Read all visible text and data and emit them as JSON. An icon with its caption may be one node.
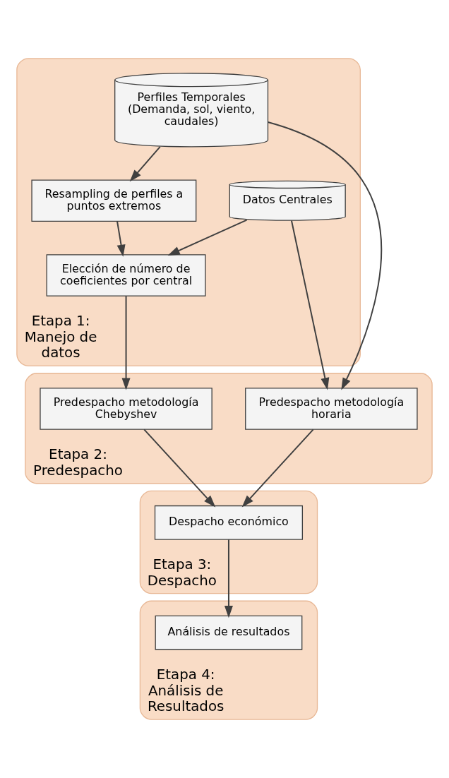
{
  "diagram": {
    "nodes": [
      {
        "text": [
          "Etapa 1: Manejo de datos"
        ]
      },
      {
        "text": [
          "Perfiles Temporales (Demanda, sol, viento, caudales)"
        ],
        "in": 0
      },
      {
        "text": [
          "Datos Centrales"
        ],
        "in": 0
      },
      {
        "text": [
          "Resampling de perfiles a puntos extremos"
        ],
        "in": 0
      },
      {
        "text": [
          "Elección de número de coeficientes por central"
        ],
        "in": 0
      },
      {
        "text": [
          "Etapa 2: Predespacho"
        ]
      },
      {
        "text": [
          "Predespacho metodología horaria"
        ],
        "in": 5
      },
      {
        "text": [
          "Predespacho metodología Chebyshev"
        ],
        "in": 5
      },
      {
        "text": [
          "Etapa 3: Despacho"
        ]
      },
      {
        "text": [
          "Despacho económico"
        ],
        "in": 8
      },
      {
        "text": [
          "Etapa 4: Análisis de Resultados"
        ]
      },
      {
        "text": [
          "Análisis de resultados"
        ],
        "in": 10
      }
    ],
    "edges": [
      {
        "from": 1,
        "to": 3,
        "arrow": "to"
      },
      {
        "from": 3,
        "to": 4,
        "arrow": "to"
      },
      {
        "from": 2,
        "to": 4,
        "arrow": "to"
      },
      {
        "from": 2,
        "to": 6,
        "arrow": "to"
      },
      {
        "from": 1,
        "to": 6,
        "arrow": "to"
      },
      {
        "from": 4,
        "to": 7,
        "arrow": "to"
      },
      {
        "from": 6,
        "to": 9,
        "arrow": "to"
      },
      {
        "from": 7,
        "to": 9,
        "arrow": "to"
      },
      {
        "from": 9,
        "to": 11,
        "arrow": "to"
      }
    ]
  }
}
